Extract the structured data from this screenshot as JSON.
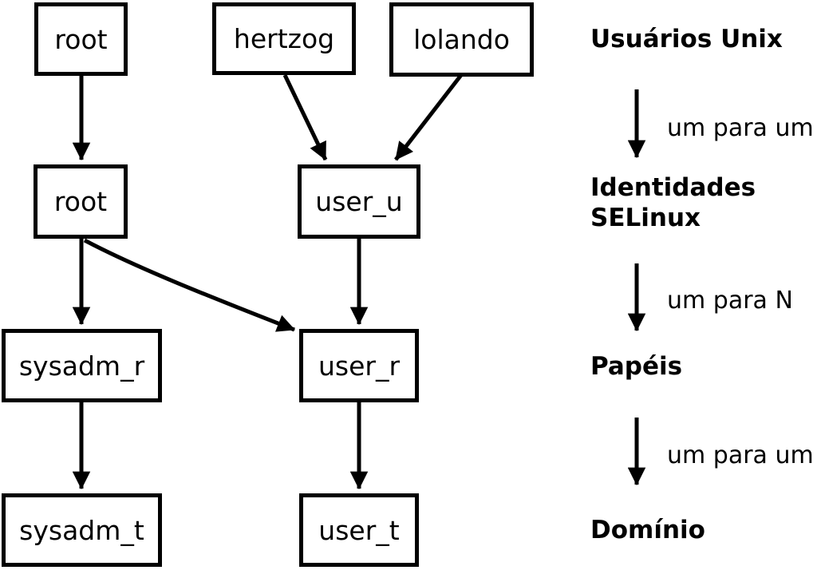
{
  "diagram": {
    "nodes": {
      "root_unix": "root",
      "hertzog": "hertzog",
      "lolando": "lolando",
      "root_selinux": "root",
      "user_u": "user_u",
      "sysadm_r": "sysadm_r",
      "user_r": "user_r",
      "sysadm_t": "sysadm_t",
      "user_t": "user_t"
    },
    "legend": {
      "level1": "Usuários Unix",
      "rel1": "um para um",
      "level2_line1": "Identidades",
      "level2_line2": "SELinux",
      "rel2": "um para N",
      "level3": "Papéis",
      "rel3": "um para um",
      "level4": "Domínio"
    },
    "colors": {
      "foreground": "#000000",
      "background": "#ffffff"
    }
  }
}
